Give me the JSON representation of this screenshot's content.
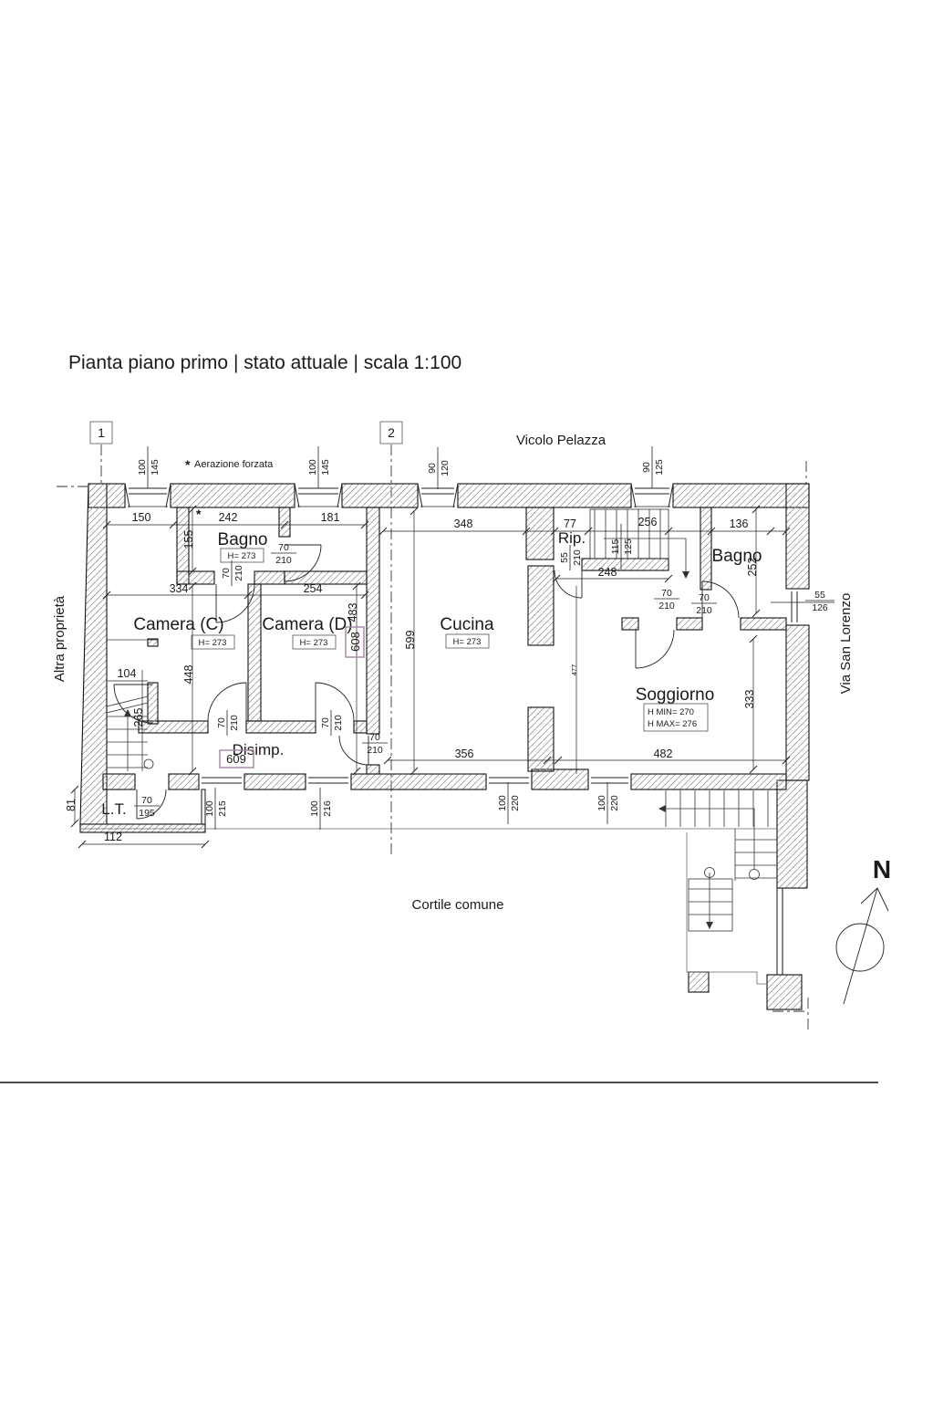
{
  "title": "Pianta piano primo | stato attuale | scala 1:100",
  "markers": {
    "m1": "1",
    "m2": "2"
  },
  "context": {
    "street_top": "Vicolo Pelazza",
    "street_right": "Via San Lorenzo",
    "left_side": "Altra proprietà",
    "courtyard": "Cortile comune",
    "north": "N",
    "note": "Aerazione forzata"
  },
  "symbols": {
    "star": "*"
  },
  "rooms": {
    "bagno1": {
      "name": "Bagno",
      "height": "H= 273"
    },
    "camera_c": {
      "name": "Camera (C)",
      "height": "H= 273"
    },
    "camera_d": {
      "name": "Camera (D)",
      "height": "H= 273"
    },
    "cucina": {
      "name": "Cucina",
      "height": "H= 273"
    },
    "rip": {
      "name": "Rip."
    },
    "bagno2": {
      "name": "Bagno"
    },
    "soggiorno": {
      "name": "Soggiorno",
      "h_min": "H MIN= 270",
      "h_max": "H MAX= 276"
    },
    "disimp": {
      "name": "Disimp."
    },
    "lt": {
      "name": "L.T."
    }
  },
  "units": {
    "u608": "608",
    "u609": "609"
  },
  "dims": {
    "d150": "150",
    "d242": "242",
    "d181": "181",
    "d348": "348",
    "d77": "77",
    "d256": "256",
    "d136": "136",
    "d334": "334",
    "d254": "254",
    "d104": "104",
    "d248": "248",
    "d356": "356",
    "d482": "482",
    "d112": "112",
    "d155": "155",
    "d483": "483",
    "d599": "599",
    "d448": "448",
    "d265": "265",
    "d252": "252",
    "d333": "333",
    "d81": "81",
    "d477": "477"
  },
  "openings": {
    "win_t1": {
      "w": "100",
      "h": "145"
    },
    "win_t2": {
      "w": "100",
      "h": "145"
    },
    "win_t3": {
      "w": "90",
      "h": "120"
    },
    "win_t4": {
      "w": "90",
      "h": "125"
    },
    "win_r1": {
      "w": "55",
      "h": "126"
    },
    "door_bagno1": {
      "w": "70",
      "h": "210"
    },
    "door_bagno1_camerac": {
      "w": "70",
      "h": "210"
    },
    "door_camerac": {
      "w": "70",
      "h": "210"
    },
    "door_camerad": {
      "w": "70",
      "h": "210"
    },
    "door_cucina": {
      "w": "70",
      "h": "210"
    },
    "door_rip": {
      "w": "55",
      "h": "210"
    },
    "door_sogg": {
      "w": "70",
      "h": "210"
    },
    "door_bagno2": {
      "w": "70",
      "h": "210"
    },
    "door_lt": {
      "w": "70",
      "h": "195"
    },
    "win_b1": {
      "w": "100",
      "h": "215"
    },
    "win_b2": {
      "w": "100",
      "h": "216"
    },
    "win_b3": {
      "w": "100",
      "h": "220"
    },
    "win_b4": {
      "w": "100",
      "h": "220"
    },
    "stair": {
      "a": "115",
      "b": "125"
    }
  }
}
